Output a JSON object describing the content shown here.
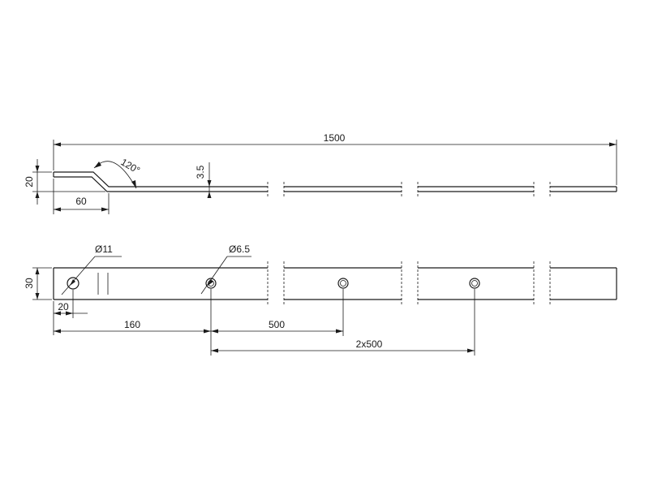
{
  "side_view": {
    "total_length": "1500",
    "bend_angle": "120°",
    "offset_height": "20",
    "bend_length": "60",
    "thickness": "3.5"
  },
  "top_view": {
    "width": "30",
    "large_hole_diameter": "Ø11",
    "small_hole_diameter": "Ø6.5",
    "first_hole_offset": "20",
    "first_small_hole_offset": "160",
    "hole_pitch": "500",
    "double_pitch": "2x500"
  }
}
